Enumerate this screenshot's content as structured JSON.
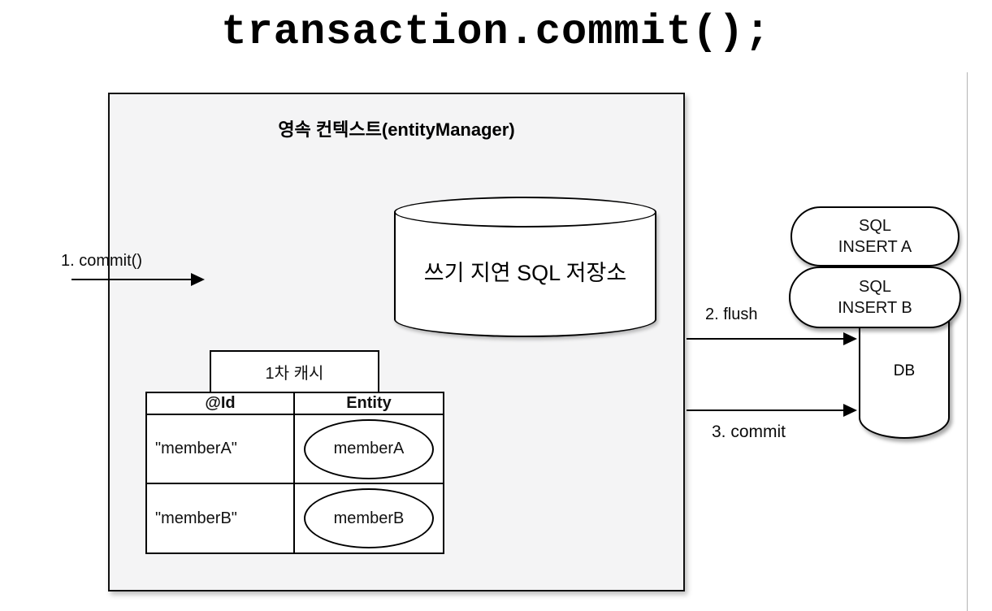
{
  "title": "transaction.commit();",
  "persistence_context": {
    "label": "영속 컨텍스트(entityManager)",
    "write_behind_store": {
      "label": "쓰기 지연 SQL 저장소"
    },
    "first_level_cache": {
      "label": "1차 캐시",
      "table": {
        "headers": [
          "@Id",
          "Entity"
        ],
        "rows": [
          {
            "id": "\"memberA\"",
            "entity": "memberA"
          },
          {
            "id": "\"memberB\"",
            "entity": "memberB"
          }
        ]
      }
    }
  },
  "arrows": {
    "commit_in_label": "1. commit()",
    "flush_label": "2. flush",
    "commit_out_label": "3. commit"
  },
  "sql_bubbles": [
    {
      "line1": "SQL",
      "line2": "INSERT A"
    },
    {
      "line1": "SQL",
      "line2": "INSERT B"
    }
  ],
  "database": {
    "label": "DB"
  },
  "colors": {
    "box_fill": "#f4f4f5",
    "stroke": "#000000",
    "divider_line": "#b3b3b3",
    "background": "#ffffff"
  }
}
